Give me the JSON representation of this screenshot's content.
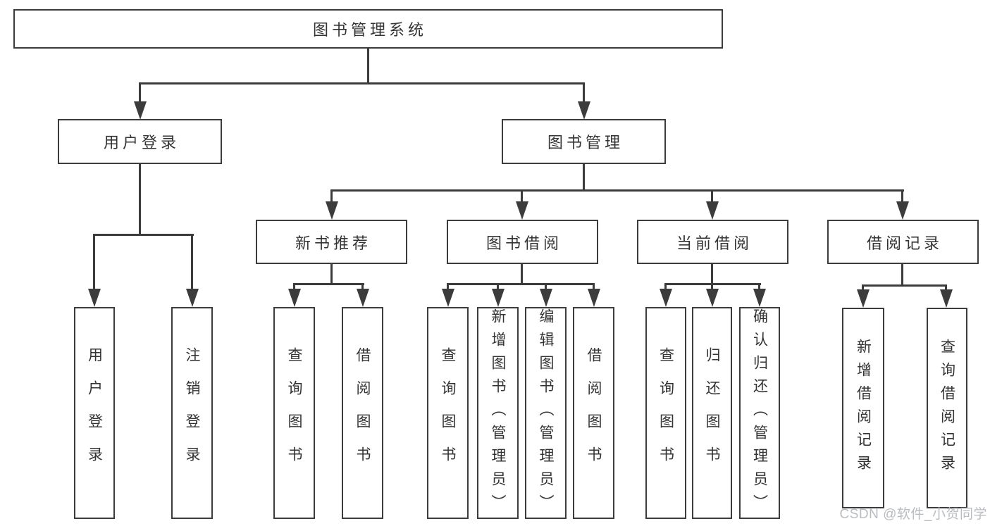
{
  "diagram": {
    "root": {
      "label": "图书管理系统",
      "children": [
        {
          "label": "用户登录",
          "children": [
            {
              "label": "用户登录"
            },
            {
              "label": "注销登录"
            }
          ]
        },
        {
          "label": "图书管理",
          "children": [
            {
              "label": "新书推荐",
              "children": [
                {
                  "label": "查询图书"
                },
                {
                  "label": "借阅图书"
                }
              ]
            },
            {
              "label": "图书借阅",
              "children": [
                {
                  "label": "查询图书"
                },
                {
                  "label": "新增图书（管理员）"
                },
                {
                  "label": "编辑图书（管理员）"
                },
                {
                  "label": "借阅图书"
                }
              ]
            },
            {
              "label": "当前借阅",
              "children": [
                {
                  "label": "查询图书"
                },
                {
                  "label": "归还图书"
                },
                {
                  "label": "确认归还（管理员）"
                }
              ]
            },
            {
              "label": "借阅记录",
              "children": [
                {
                  "label": "新增借阅记录"
                },
                {
                  "label": "查询借阅记录"
                }
              ]
            }
          ]
        }
      ]
    },
    "colors": {
      "line": "#3c3c3c",
      "text": "#333333",
      "background": "#ffffff",
      "watermark": "#b9bdc1"
    }
  },
  "watermark": {
    "text": "CSDN @软件_小贺同学"
  }
}
